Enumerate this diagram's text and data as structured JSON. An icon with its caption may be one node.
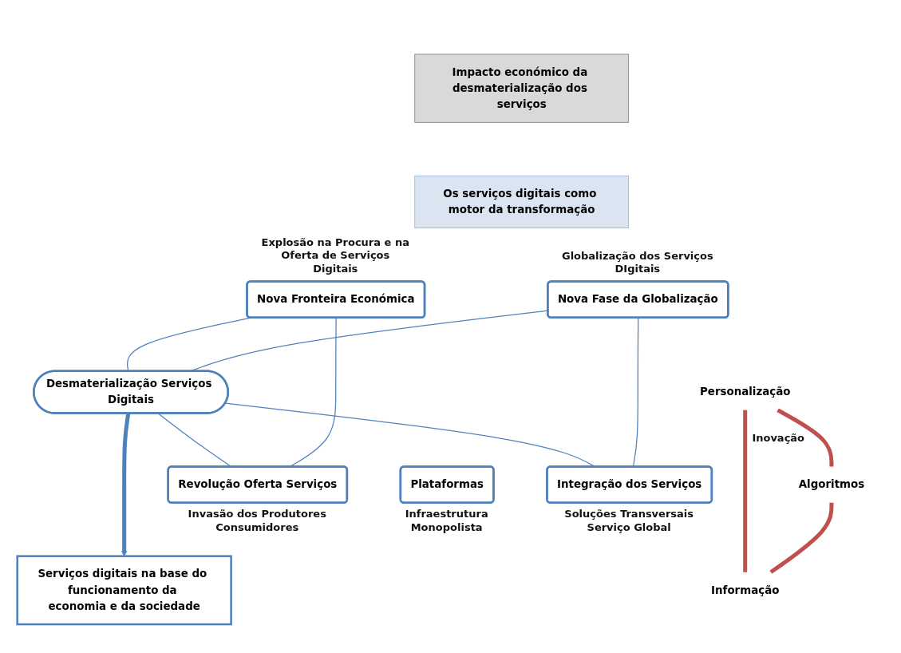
{
  "diagram": {
    "nodes": [
      {
        "text": [
          "Impacto económico da desmaterialização dos serviços"
        ]
      },
      {
        "text": [
          "Os serviços digitais como motor da transformação"
        ]
      },
      {
        "text": [
          "Nova Fronteira Económica"
        ],
        "beside": [
          "Explosão na Procura e na Oferta de Serviços Digitais"
        ]
      },
      {
        "text": [
          "Nova Fase da Globalização"
        ],
        "beside": [
          "Globalização dos Serviços DIgitais"
        ]
      },
      {
        "text": [
          "Desmaterialização Serviços Digitais"
        ]
      },
      {
        "text": [
          "Personalização"
        ]
      },
      {
        "text": [
          "Algoritmos"
        ]
      },
      {
        "text": [
          "Informação"
        ]
      },
      {
        "text": [
          "Revolução Oferta Serviços"
        ],
        "beside": [
          "Invasão dos Produtores Consumidores"
        ]
      },
      {
        "text": [
          "Plataformas"
        ],
        "beside": [
          "Infraestrutura Monopolista"
        ]
      },
      {
        "text": [
          "Integração dos Serviços"
        ],
        "beside": [
          "Soluções Transversais Serviço Global"
        ]
      },
      {
        "text": [
          "Serviços digitais na base do funcionamento da economia e da sociedade"
        ]
      }
    ],
    "edges": [
      {
        "from": 2,
        "to": 4,
        "arrow": "none"
      },
      {
        "from": 3,
        "to": 4,
        "arrow": "none"
      },
      {
        "from": 4,
        "to": 8,
        "arrow": "none"
      },
      {
        "from": 4,
        "to": 10,
        "arrow": "none"
      },
      {
        "from": 2,
        "to": 8,
        "arrow": "none"
      },
      {
        "from": 3,
        "to": 10,
        "arrow": "none"
      },
      {
        "from": 5,
        "to": 6,
        "arrow": "none",
        "style": "thick",
        "color": "#c0504d"
      },
      {
        "from": 5,
        "to": 7,
        "arrow": "none",
        "style": "thick",
        "color": "#c0504d"
      },
      {
        "from": 6,
        "to": 7,
        "arrow": "none",
        "style": "thick",
        "color": "#c0504d"
      },
      {
        "from": 4,
        "to": 11,
        "arrow": "to",
        "style": "thick"
      }
    ],
    "labels": [
      "Inovação"
    ]
  }
}
